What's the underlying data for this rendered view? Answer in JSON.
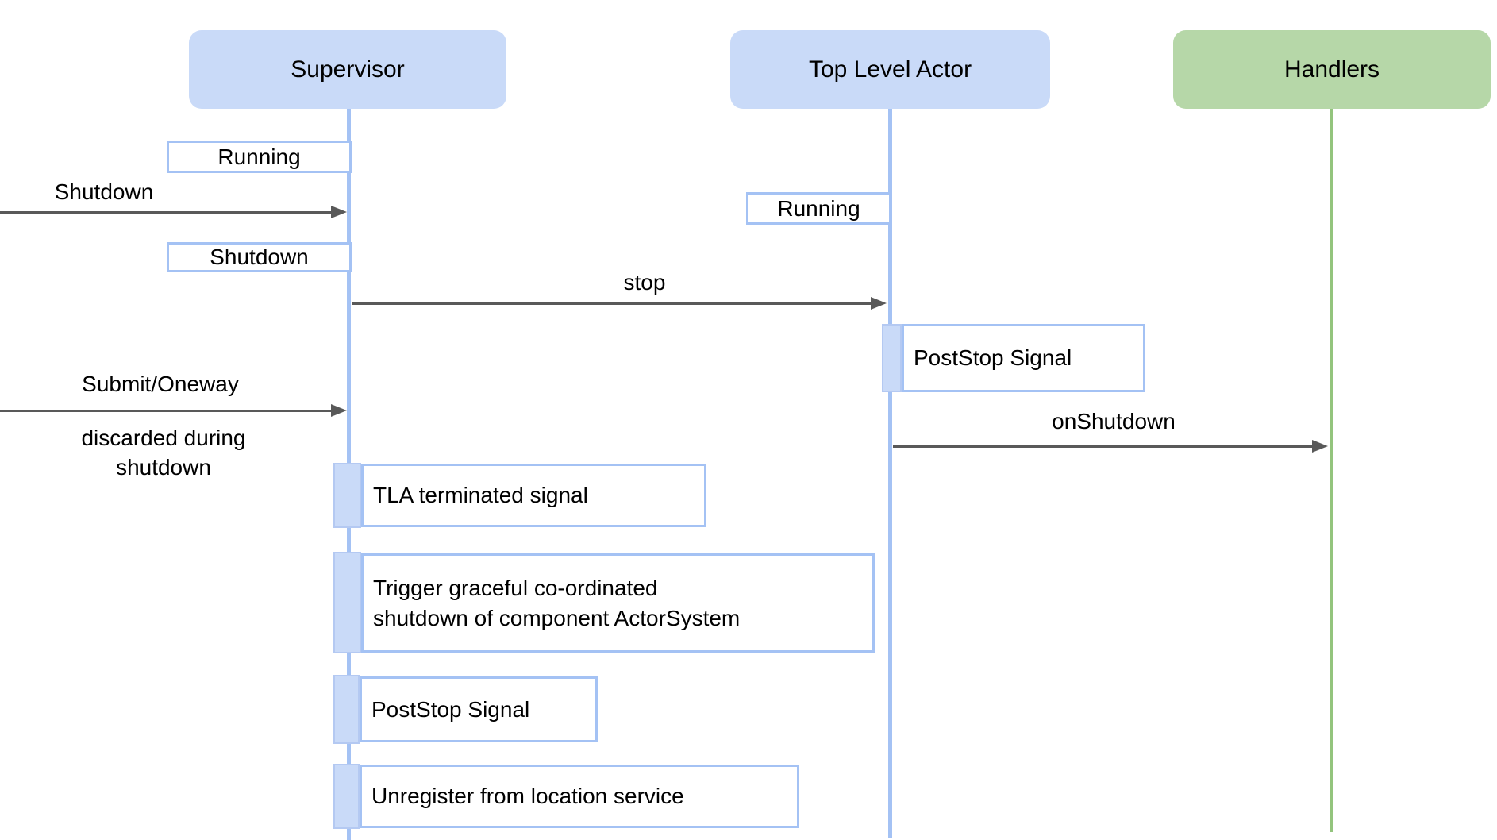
{
  "diagram": {
    "actors": [
      {
        "label": "Supervisor",
        "color": "#c9daf8"
      },
      {
        "label": "Top Level Actor",
        "color": "#c9daf8"
      },
      {
        "label": "Handlers",
        "color": "#b6d7a8"
      }
    ],
    "states": {
      "supervisor_running": "Running",
      "supervisor_shutdown": "Shutdown",
      "tla_running": "Running",
      "tla_poststop": "PostStop Signal",
      "tla_terminated": "TLA terminated signal",
      "trigger_graceful": {
        "line1": "Trigger graceful co-ordinated",
        "line2": "shutdown of component ActorSystem"
      },
      "supervisor_poststop": "PostStop Signal",
      "unregister": "Unregister from location service"
    },
    "messages": {
      "shutdown_in": "Shutdown",
      "stop": "stop",
      "submit_oneway": "Submit/Oneway",
      "onshutdown": "onShutdown"
    },
    "notes": {
      "discarded": {
        "line1": "discarded during",
        "line2": "shutdown"
      }
    },
    "colors": {
      "actor_blue": "#c9daf8",
      "actor_green": "#b6d7a8",
      "lifeline_blue": "#a4c2f4",
      "lifeline_green": "#93c47d",
      "box_border": "#a4c2f4",
      "arrow": "#595959",
      "text": "#000000"
    }
  }
}
